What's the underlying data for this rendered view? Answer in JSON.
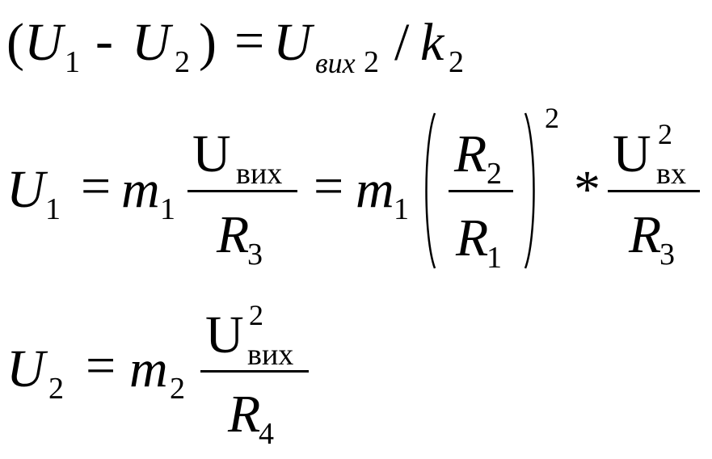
{
  "eq1": {
    "open_paren": "(",
    "u": "U",
    "sub1": "1",
    "minus": "-",
    "u2": "U",
    "sub2": "2",
    "close_paren": ")",
    "equals": "=",
    "u_out": "U",
    "sub_out": "вих",
    "sub_out_index": "2",
    "slash": "/",
    "k": "k",
    "k_sub": "2"
  },
  "eq2": {
    "u": "U",
    "sub1": "1",
    "equals1": "=",
    "m": "m",
    "m_sub": "1",
    "frac1_num_u": "U",
    "frac1_num_sub": "вих",
    "frac1_den_r": "R",
    "frac1_den_sub": "3",
    "equals2": "=",
    "m2": "m",
    "m2_sub": "1",
    "paren_num_r": "R",
    "paren_num_sub": "2",
    "paren_den_r": "R",
    "paren_den_sub": "1",
    "paren_exp": "2",
    "times": "*",
    "frac3_num_u": "U",
    "frac3_num_sup": "2",
    "frac3_num_sub": "вх",
    "frac3_den_r": "R",
    "frac3_den_sub": "3"
  },
  "eq3": {
    "u": "U",
    "sub": "2",
    "equals": "=",
    "m": "m",
    "m_sub": "2",
    "num_u": "U",
    "num_sup": "2",
    "num_sub": "вих",
    "den_r": "R",
    "den_sub": "4"
  }
}
